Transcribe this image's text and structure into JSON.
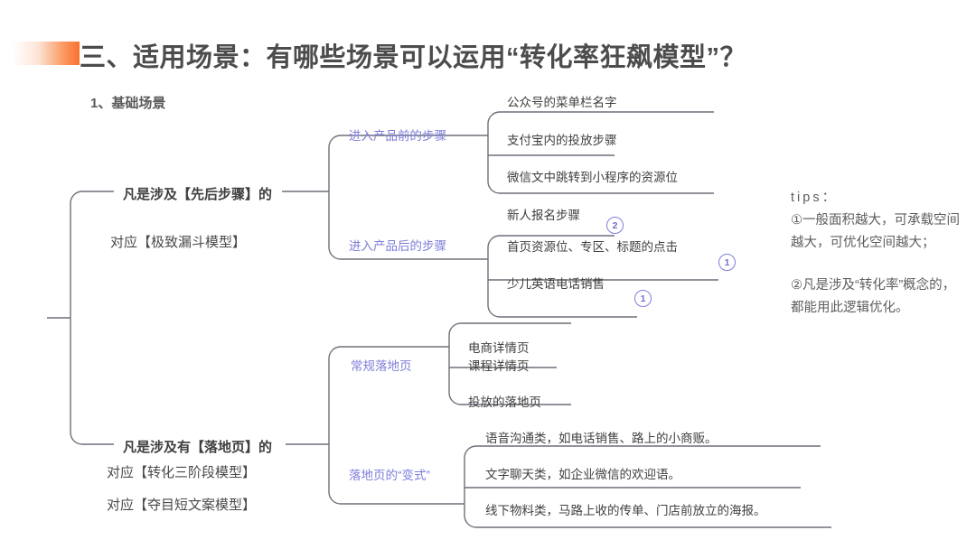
{
  "header": {
    "title": "三、适用场景：有哪些场景可以运用“转化率狂飙模型”？",
    "accent_from": "#ffffff",
    "accent_to": "#f97030"
  },
  "section": {
    "label": "1、基础场景"
  },
  "colors": {
    "branch_label": "#7d7ddb",
    "line": "#6f6f7a",
    "text": "#3f3f3f",
    "title": "#4c4c4c"
  },
  "mindmap": {
    "branches": [
      {
        "id": "branch-steps",
        "title": "凡是涉及【先后步骤】的",
        "subtitle": "对应【极致漏斗模型】",
        "groups": [
          {
            "id": "group-before-product",
            "label": "进入产品前的步骤",
            "leaves": [
              {
                "text": "公众号的菜单栏名字",
                "badge": ""
              },
              {
                "text": "支付宝内的投放步骤",
                "badge": ""
              },
              {
                "text": "微信文中跳转到小程序的资源位",
                "badge": ""
              }
            ]
          },
          {
            "id": "group-after-product",
            "label": "进入产品后的步骤",
            "leaves": [
              {
                "text": "新人报名步骤",
                "badge": "2"
              },
              {
                "text": "首页资源位、专区、标题的点击",
                "badge": "1"
              },
              {
                "text": "少儿英语电话销售",
                "badge": "1"
              }
            ]
          }
        ]
      },
      {
        "id": "branch-landing",
        "title": "凡是涉及有【落地页】的",
        "subtitle": "对应【转化三阶段模型】",
        "subtitle2": "对应【夺目短文案模型】",
        "groups": [
          {
            "id": "group-normal-landing",
            "label": "常规落地页",
            "leaves": [
              {
                "text": "电商详情页",
                "badge": ""
              },
              {
                "text": "课程详情页",
                "badge": ""
              },
              {
                "text": "投放的落地页",
                "badge": ""
              }
            ]
          },
          {
            "id": "group-landing-variant",
            "label": "落地页的“变式”",
            "leaves": [
              {
                "text": "语音沟通类，如电话销售、路上的小商贩。",
                "badge": ""
              },
              {
                "text": "文字聊天类，如企业微信的欢迎语。",
                "badge": ""
              },
              {
                "text": "线下物料类，马路上收的传单、门店前放立的海报。",
                "badge": ""
              }
            ]
          }
        ]
      }
    ]
  },
  "tips": {
    "heading": "tips：",
    "item1": "①一般面积越大，可承载空间越大，可优化空间越大；",
    "item2": "②凡是涉及“转化率”概念的，都能用此逻辑优化。"
  }
}
